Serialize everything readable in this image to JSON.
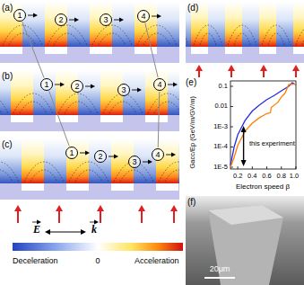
{
  "diagram": {
    "nodes": [
      {
        "text": [
          "1"
        ]
      },
      {
        "text": [
          "2"
        ]
      },
      {
        "text": [
          "3"
        ]
      },
      {
        "text": [
          "4"
        ]
      },
      {
        "text": [
          "1"
        ]
      },
      {
        "text": [
          "2"
        ]
      },
      {
        "text": [
          "3"
        ]
      },
      {
        "text": [
          "4"
        ]
      },
      {
        "text": [
          "1"
        ]
      },
      {
        "text": [
          "2"
        ]
      },
      {
        "text": [
          "3"
        ]
      },
      {
        "text": [
          "4"
        ]
      }
    ],
    "edges": [
      {
        "from": 0,
        "to": 4,
        "arrow": "none"
      },
      {
        "from": 4,
        "to": 8,
        "arrow": "none"
      },
      {
        "from": 3,
        "to": 7,
        "arrow": "none"
      },
      {
        "from": 7,
        "to": 11,
        "arrow": "none"
      }
    ],
    "labels": [
      "(a)",
      "(b)",
      "(c)",
      "(d)",
      "(e)",
      "(f)",
      "E",
      "k",
      "Deceleration",
      "0",
      "Acceleration",
      "0.1",
      "0.01",
      "1E-3",
      "1E-4",
      "1E-5",
      "0.2",
      "0.4",
      "0.6",
      "0.8",
      "1.0",
      "Gacc/Ep (GeV/m/GV/m)",
      "Electron speed β",
      "this experiment",
      "20μm"
    ]
  }
}
